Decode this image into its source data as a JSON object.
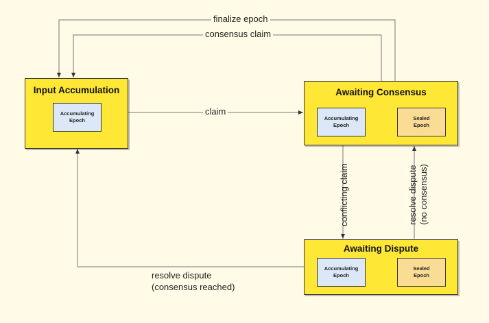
{
  "states": {
    "input_accumulation": {
      "title": "Input Accumulation",
      "accumulating": "Accumulating\nEpoch"
    },
    "awaiting_consensus": {
      "title": "Awaiting Consensus",
      "accumulating": "Accumulating\nEpoch",
      "sealed": "Sealed\nEpoch"
    },
    "awaiting_dispute": {
      "title": "Awaiting Dispute",
      "accumulating": "Accumulating\nEpoch",
      "sealed": "Sealed\nEpoch"
    }
  },
  "transitions": {
    "finalize_epoch": "finalize epoch",
    "consensus_claim": "consensus claim",
    "claim": "claim",
    "conflicting_claim": "conflicting claim",
    "resolve_no_consensus_line1": "resolve dispute",
    "resolve_no_consensus_line2": "(no consensus)",
    "resolve_reached_line1": "resolve dispute",
    "resolve_reached_line2": "(consensus reached)"
  },
  "colors": {
    "background": "#fffbe6",
    "state_fill": "#ffe735",
    "accumulating_fill": "#dce8f7",
    "sealed_fill": "#fbdc95",
    "edge": "#555555"
  }
}
